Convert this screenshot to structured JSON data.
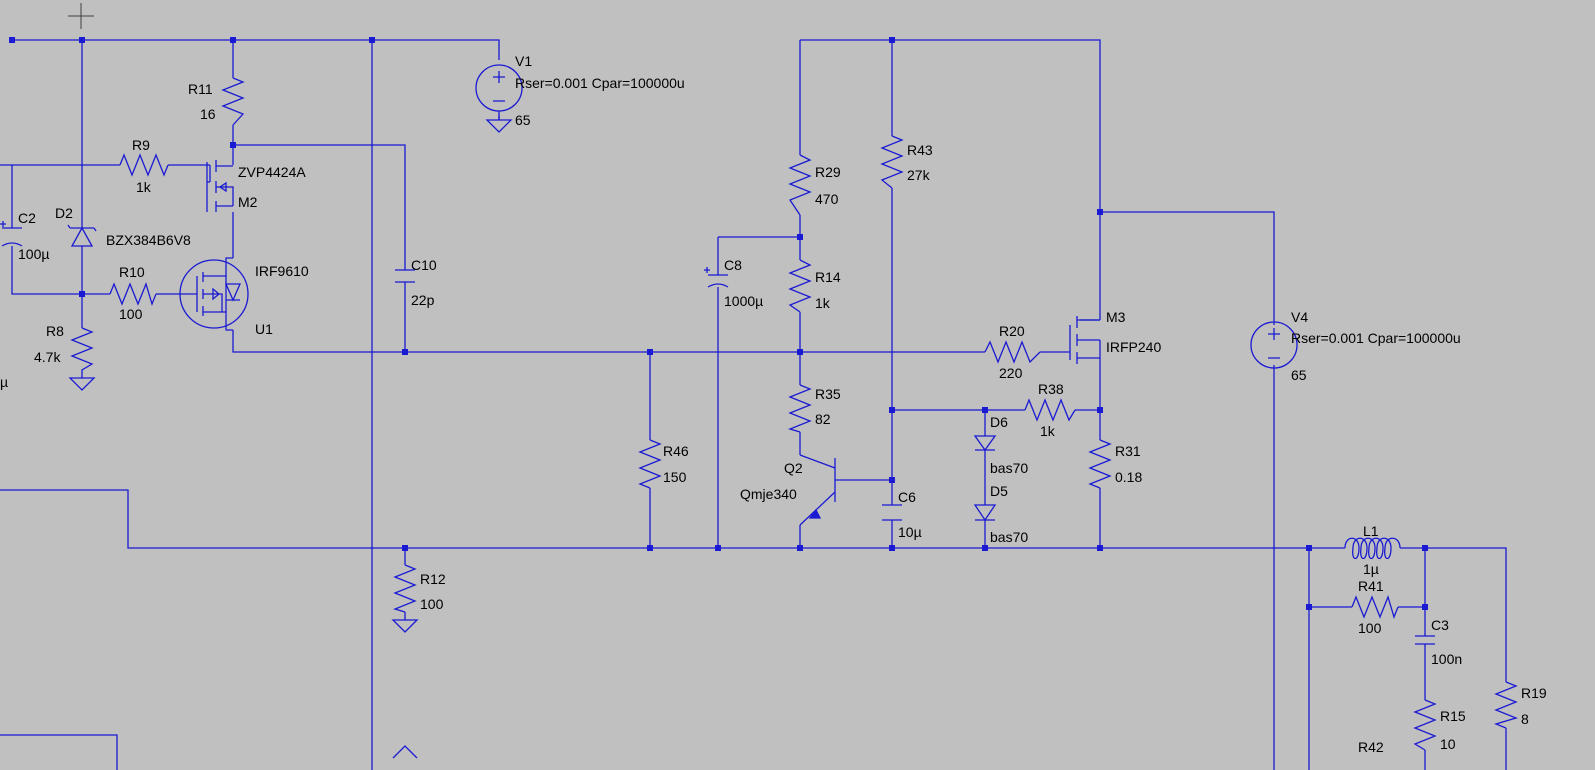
{
  "schematic": {
    "labels": {
      "V1": "V1",
      "V1_params": "Rser=0.001 Cpar=100000u",
      "V1_val": "65",
      "V4": "V4",
      "V4_params": "Rser=0.001 Cpar=100000u",
      "V4_val": "65",
      "R11": "R11",
      "R11_val": "16",
      "R9": "R9",
      "R9_val": "1k",
      "M2_model": "ZVP4424A",
      "M2": "M2",
      "C2": "C2",
      "C2_val": "100µ",
      "D2": "D2",
      "D2_model": "BZX384B6V8",
      "R10": "R10",
      "R10_val": "100",
      "U1_model": "IRF9610",
      "U1": "U1",
      "R8": "R8",
      "R8_val": "4.7k",
      "C10": "C10",
      "C10_val": "22p",
      "R29": "R29",
      "R29_val": "470",
      "R43": "R43",
      "R43_val": "27k",
      "C8": "C8",
      "C8_val": "1000µ",
      "R14": "R14",
      "R14_val": "1k",
      "M3": "M3",
      "M3_model": "IRFP240",
      "R20": "R20",
      "R20_val": "220",
      "R38": "R38",
      "R38_val": "1k",
      "R35": "R35",
      "R35_val": "82",
      "D6": "D6",
      "D6_model": "bas70",
      "D5": "D5",
      "D5_model": "bas70",
      "R46": "R46",
      "R46_val": "150",
      "Q2": "Q2",
      "Q2_model": "Qmje340",
      "C6": "C6",
      "C6_val": "10µ",
      "R31": "R31",
      "R31_val": "0.18",
      "R12": "R12",
      "R12_val": "100",
      "L1": "L1",
      "L1_val": "1µ",
      "R41": "R41",
      "R41_val": "100",
      "C3": "C3",
      "C3_val": "100n",
      "R15": "R15",
      "R15_val": "10",
      "R19": "R19",
      "R19_val": "8",
      "R42": "R42",
      "left_edge_fragment": "µ"
    }
  }
}
